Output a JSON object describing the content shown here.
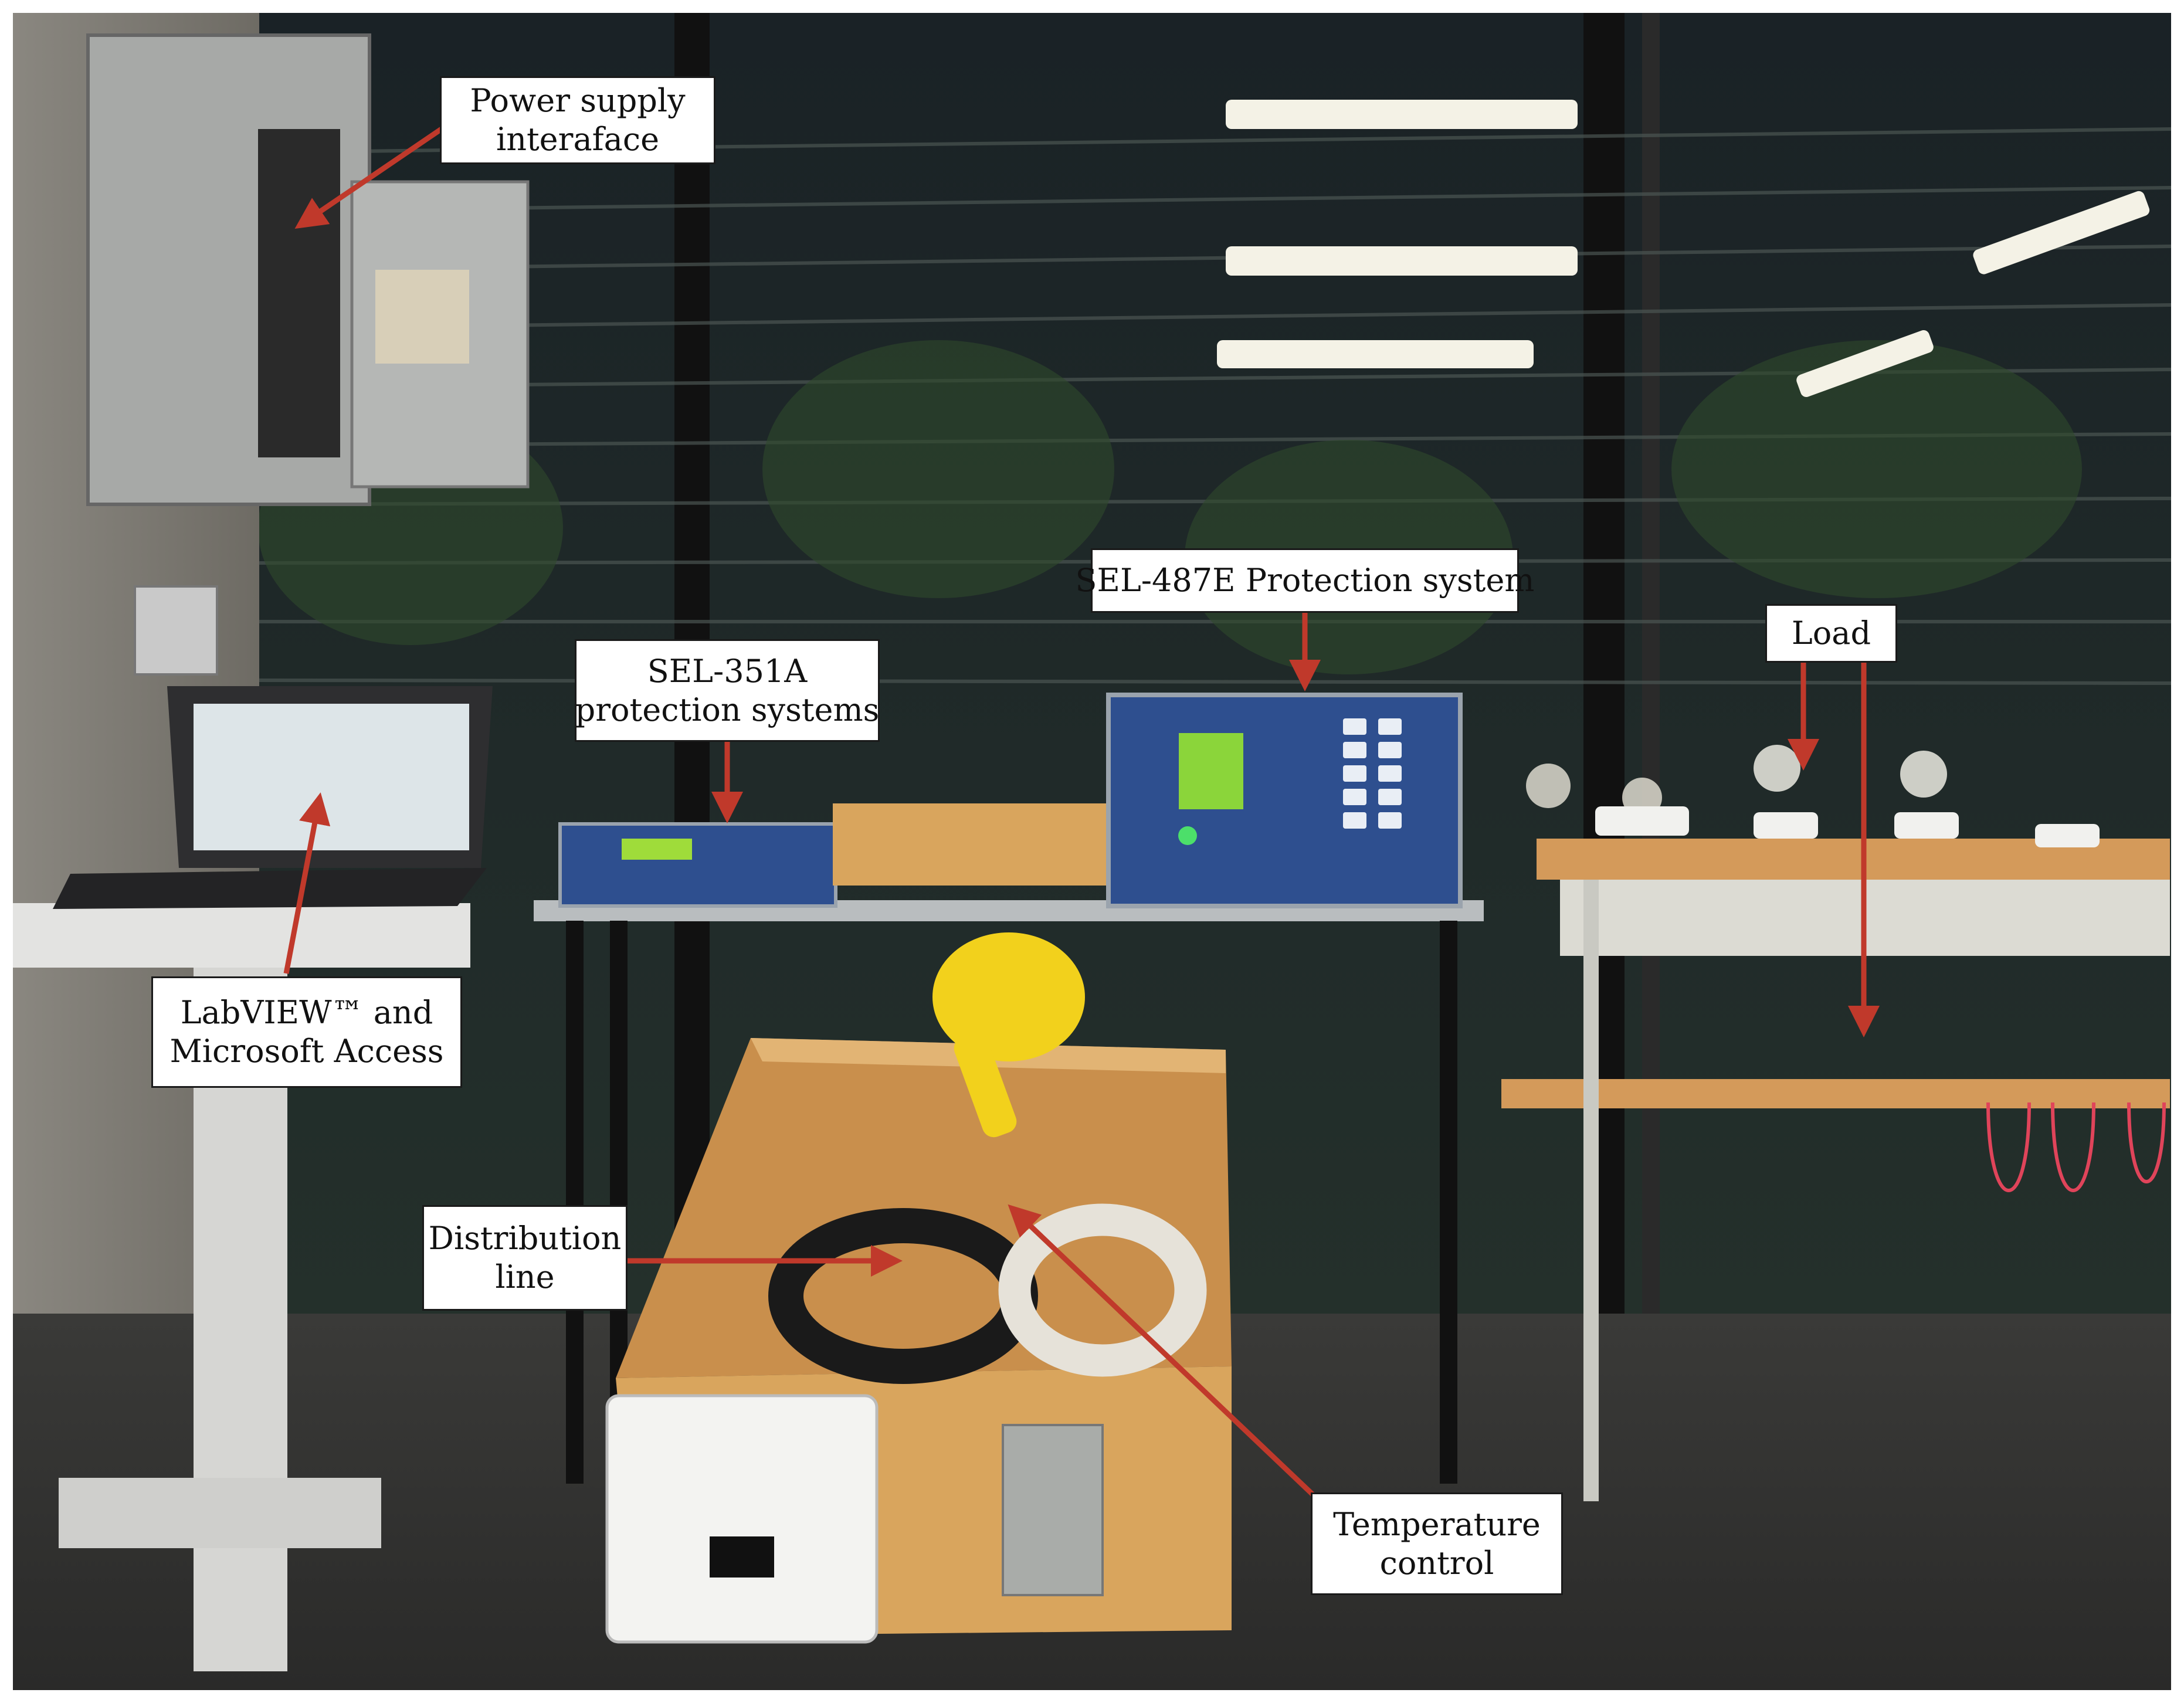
{
  "scene": {
    "description_colors": {
      "border": "#1a1a1a",
      "arrow": "#c0392b",
      "wood": "#d9a55d",
      "relay_blue": "#2e4f8f",
      "window_dark": "#1c2427"
    }
  },
  "labels": {
    "power_supply": {
      "line1": "Power supply",
      "line2": "interaface"
    },
    "sel487": {
      "line1": "SEL-487E Protection system"
    },
    "sel351": {
      "line1": "SEL-351A",
      "line2": "protection systems"
    },
    "load": {
      "line1": "Load"
    },
    "labview": {
      "line1": "LabVIEW™ and",
      "line2": "Microsoft Access"
    },
    "distribution": {
      "line1": "Distribution",
      "line2": "line"
    },
    "temperature": {
      "line1": "Temperature",
      "line2": "control"
    }
  }
}
